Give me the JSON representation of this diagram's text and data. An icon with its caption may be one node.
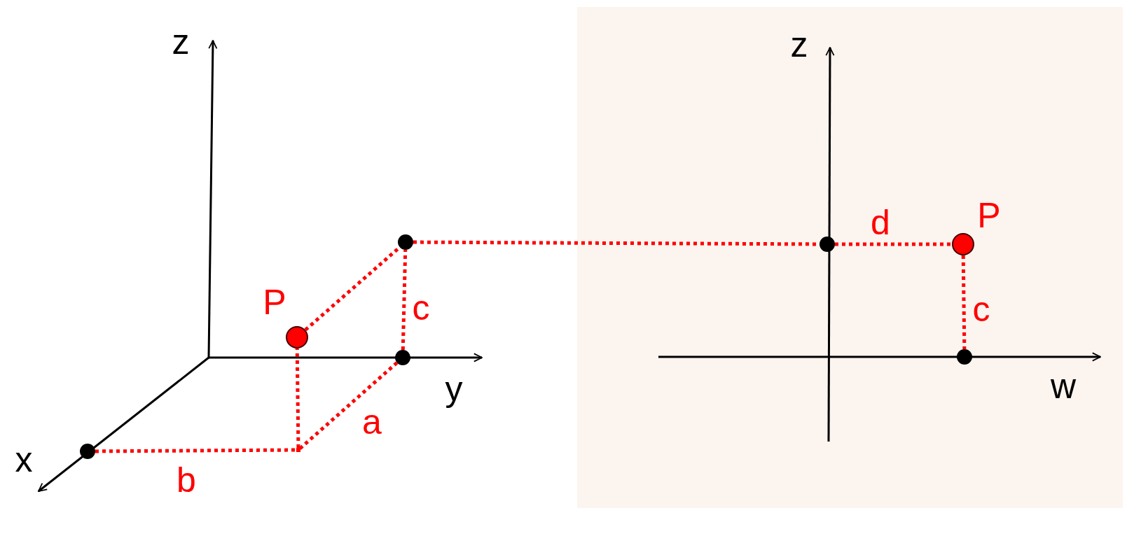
{
  "diagram": {
    "nodes": [
      {
        "text": [],
        "shape": "circle"
      },
      {
        "text": [],
        "shape": "point"
      },
      {
        "text": [],
        "shape": "circle",
        "beside": [
          "P"
        ]
      },
      {
        "text": [],
        "shape": "circle"
      },
      {
        "text": [],
        "shape": "circle"
      },
      {
        "text": [],
        "shape": "circle"
      },
      {
        "text": [],
        "shape": "circle",
        "beside": [
          "P"
        ]
      },
      {
        "text": [],
        "shape": "circle"
      }
    ],
    "edges": [
      {
        "from": 0,
        "to": 1,
        "arrow": "none",
        "label": "b"
      },
      {
        "from": 1,
        "to": 2,
        "arrow": "none"
      },
      {
        "from": 1,
        "to": 3,
        "arrow": "none",
        "label": "a"
      },
      {
        "from": 2,
        "to": 4,
        "arrow": "none"
      },
      {
        "from": 3,
        "to": 4,
        "arrow": "none",
        "label": "c"
      },
      {
        "from": 4,
        "to": 5,
        "arrow": "none"
      },
      {
        "from": 5,
        "to": 6,
        "arrow": "none",
        "label": "d"
      },
      {
        "from": 6,
        "to": 7,
        "arrow": "none",
        "label": "c"
      }
    ],
    "labels": [
      "z",
      "y",
      "x",
      "z",
      "w"
    ]
  }
}
